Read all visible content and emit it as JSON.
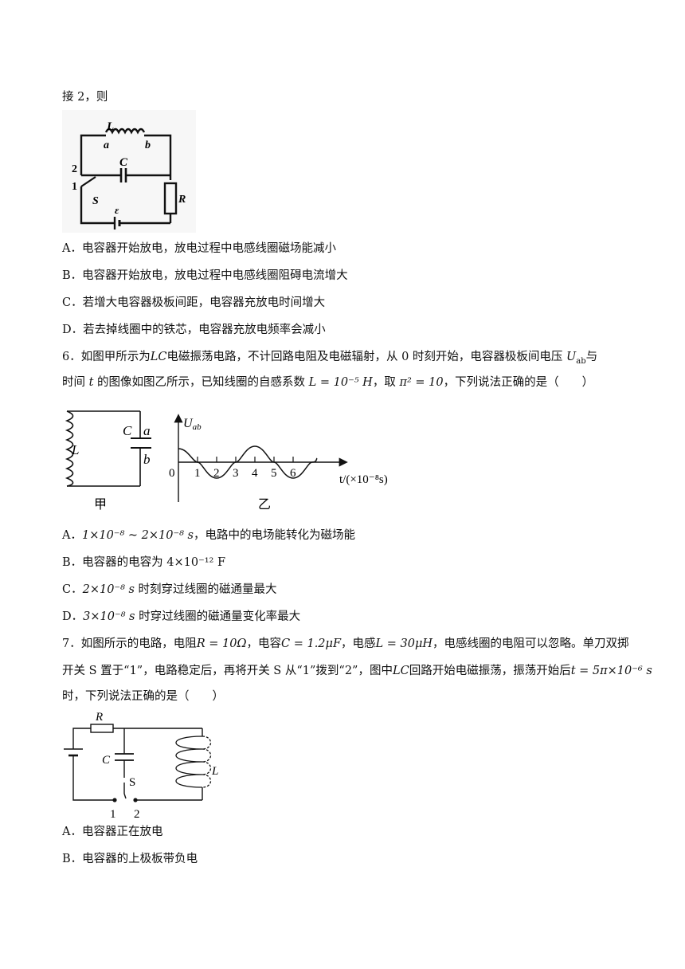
{
  "q5": {
    "tail": "接 2，则",
    "fig_labels": {
      "L": "L",
      "a": "a",
      "b": "b",
      "C": "C",
      "two": "2",
      "one": "1",
      "S": "S",
      "E": "ε",
      "R": "R"
    },
    "options": [
      "A．电容器开始放电，放电过程中电感线圈磁场能减小",
      "B．电容器开始放电，放电过程中电感线圈阻碍电流增大",
      "C．若增大电容器极板间距，电容器充放电时间增大",
      "D．若去掉线圈中的铁芯，电容器充放电频率会减小"
    ]
  },
  "q6": {
    "line1_a": "6．如图甲所示为",
    "line1_lc": "LC",
    "line1_b": "电磁振荡电路，不计回路电阻及电磁辐射，从 0 时刻开始，电容器极板间电压",
    "line1_u": "U",
    "line1_sub": "ab",
    "line1_c": "与",
    "line2_a": "时间",
    "line2_t": "t",
    "line2_b": "的图像如图乙所示，已知线圈的自感系数",
    "line2_formula1": "L = 10⁻⁵ H",
    "line2_c": "，取",
    "line2_formula2": "π² = 10",
    "line2_d": "，下列说法正确的是（　　）",
    "fig_jia": {
      "C": "C",
      "a": "a",
      "b": "b",
      "L": "L",
      "caption": "甲"
    },
    "fig_yi": {
      "ylabel": "U",
      "ylabel_sub": "ab",
      "xlabel": "t/(×10⁻⁸s)",
      "origin": "0",
      "ticks": [
        "1",
        "2",
        "3",
        "4",
        "5",
        "6"
      ],
      "caption": "乙"
    },
    "options": [
      {
        "label": "A．",
        "formula": "1×10⁻⁸ ~ 2×10⁻⁸ s",
        "text": "，电路中的电场能转化为磁场能"
      },
      {
        "label": "B．",
        "formula": "",
        "text": "电容器的电容为 4×10⁻¹² F"
      },
      {
        "label": "C．",
        "formula": "2×10⁻⁸ s",
        "text": " 时刻穿过线圈的磁通量最大"
      },
      {
        "label": "D．",
        "formula": "3×10⁻⁸ s",
        "text": " 时穿过线圈的磁通量变化率最大"
      }
    ]
  },
  "q7": {
    "line1_a": "7．如图所示的电路，电阻",
    "line1_r": "R = 10Ω",
    "line1_b": "，电容",
    "line1_c": "C = 1.2μF",
    "line1_d": "，电感",
    "line1_l": "L = 30μH",
    "line1_e": "，电感线圈的电阻可以忽略。单刀双掷",
    "line2_a": "开关 S 置于“1”，电路稳定后，再将开关 S 从“1”拨到“2”，图中",
    "line2_lc": "LC",
    "line2_b": "回路开始电磁振荡，振荡开始后",
    "line2_t": "t = 5π×10⁻⁶ s",
    "line3": "时，下列说法正确的是（　　）",
    "fig_labels": {
      "R": "R",
      "C": "C",
      "S": "S",
      "L": "L",
      "one": "1",
      "two": "2"
    },
    "options": [
      "A．电容器正在放电",
      "B．电容器的上极板带负电"
    ]
  }
}
